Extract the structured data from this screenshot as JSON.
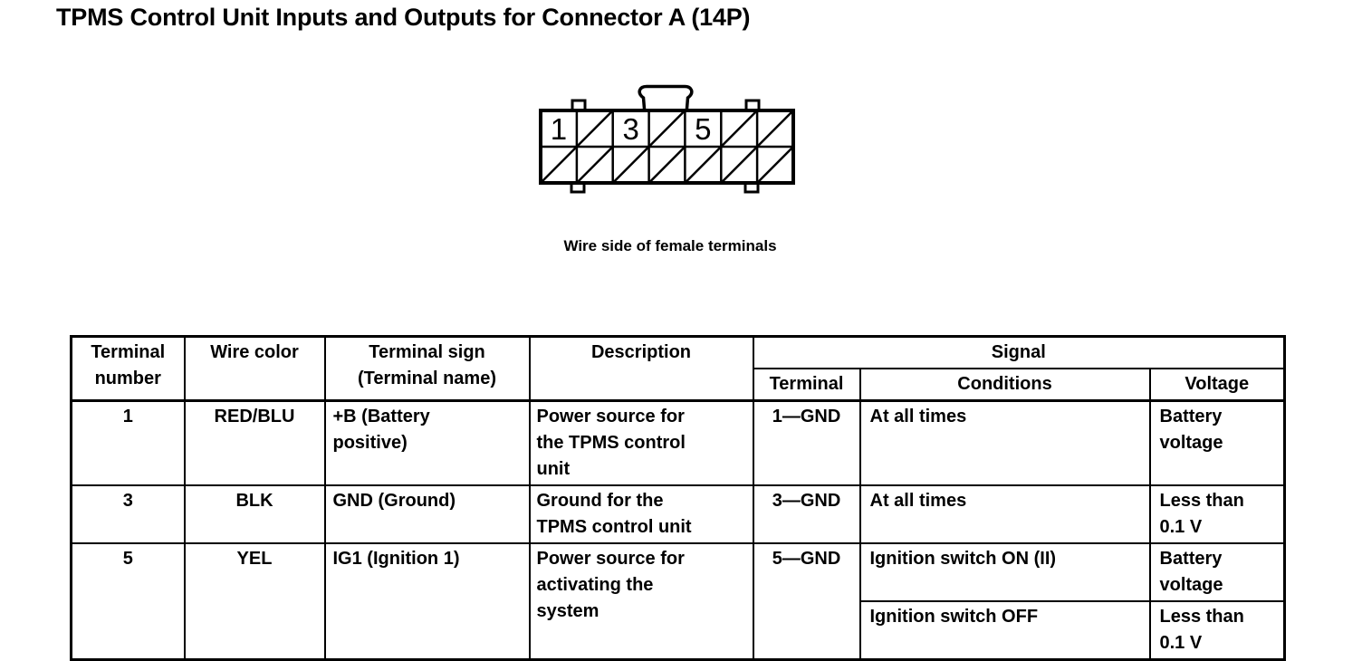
{
  "colors": {
    "ink": "#000000",
    "paper": "#ffffff"
  },
  "page": {
    "title": "TPMS Control Unit Inputs and Outputs for Connector A (14P)"
  },
  "connector": {
    "caption": "Wire side of female terminals",
    "columns": 7,
    "rows": 2,
    "pins": [
      {
        "cell": 1,
        "label": "1"
      },
      {
        "cell": 3,
        "label": "3"
      },
      {
        "cell": 5,
        "label": "5"
      }
    ],
    "top_hatched": [
      2,
      4,
      6,
      7
    ],
    "bottom_hatched": [
      1,
      2,
      3,
      4,
      5,
      6,
      7
    ]
  },
  "table": {
    "header": {
      "terminal_number": "Terminal\nnumber",
      "wire_color": "Wire color",
      "terminal_sign": "Terminal sign\n(Terminal name)",
      "description": "Description",
      "signal": "Signal",
      "signal_terminal": "Terminal",
      "signal_conditions": "Conditions",
      "signal_voltage": "Voltage"
    },
    "rows": [
      {
        "terminal_number": "1",
        "wire_color": "RED/BLU",
        "terminal_sign": "+B (Battery\npositive)",
        "description": "Power source for\nthe TPMS control\nunit",
        "signal_terminal": "1—GND",
        "conditions": [
          {
            "condition": "At all times",
            "voltage": "Battery\nvoltage"
          }
        ]
      },
      {
        "terminal_number": "3",
        "wire_color": "BLK",
        "terminal_sign": "GND (Ground)",
        "description": "Ground for the\nTPMS control unit",
        "signal_terminal": "3—GND",
        "conditions": [
          {
            "condition": "At all times",
            "voltage": "Less than\n0.1 V"
          }
        ]
      },
      {
        "terminal_number": "5",
        "wire_color": "YEL",
        "terminal_sign": "IG1 (Ignition 1)",
        "description": "Power source for\nactivating the\nsystem",
        "signal_terminal": "5—GND",
        "conditions": [
          {
            "condition": "Ignition switch ON (II)",
            "voltage": "Battery\nvoltage"
          },
          {
            "condition": "Ignition switch OFF",
            "voltage": "Less than\n0.1 V"
          }
        ]
      }
    ]
  }
}
